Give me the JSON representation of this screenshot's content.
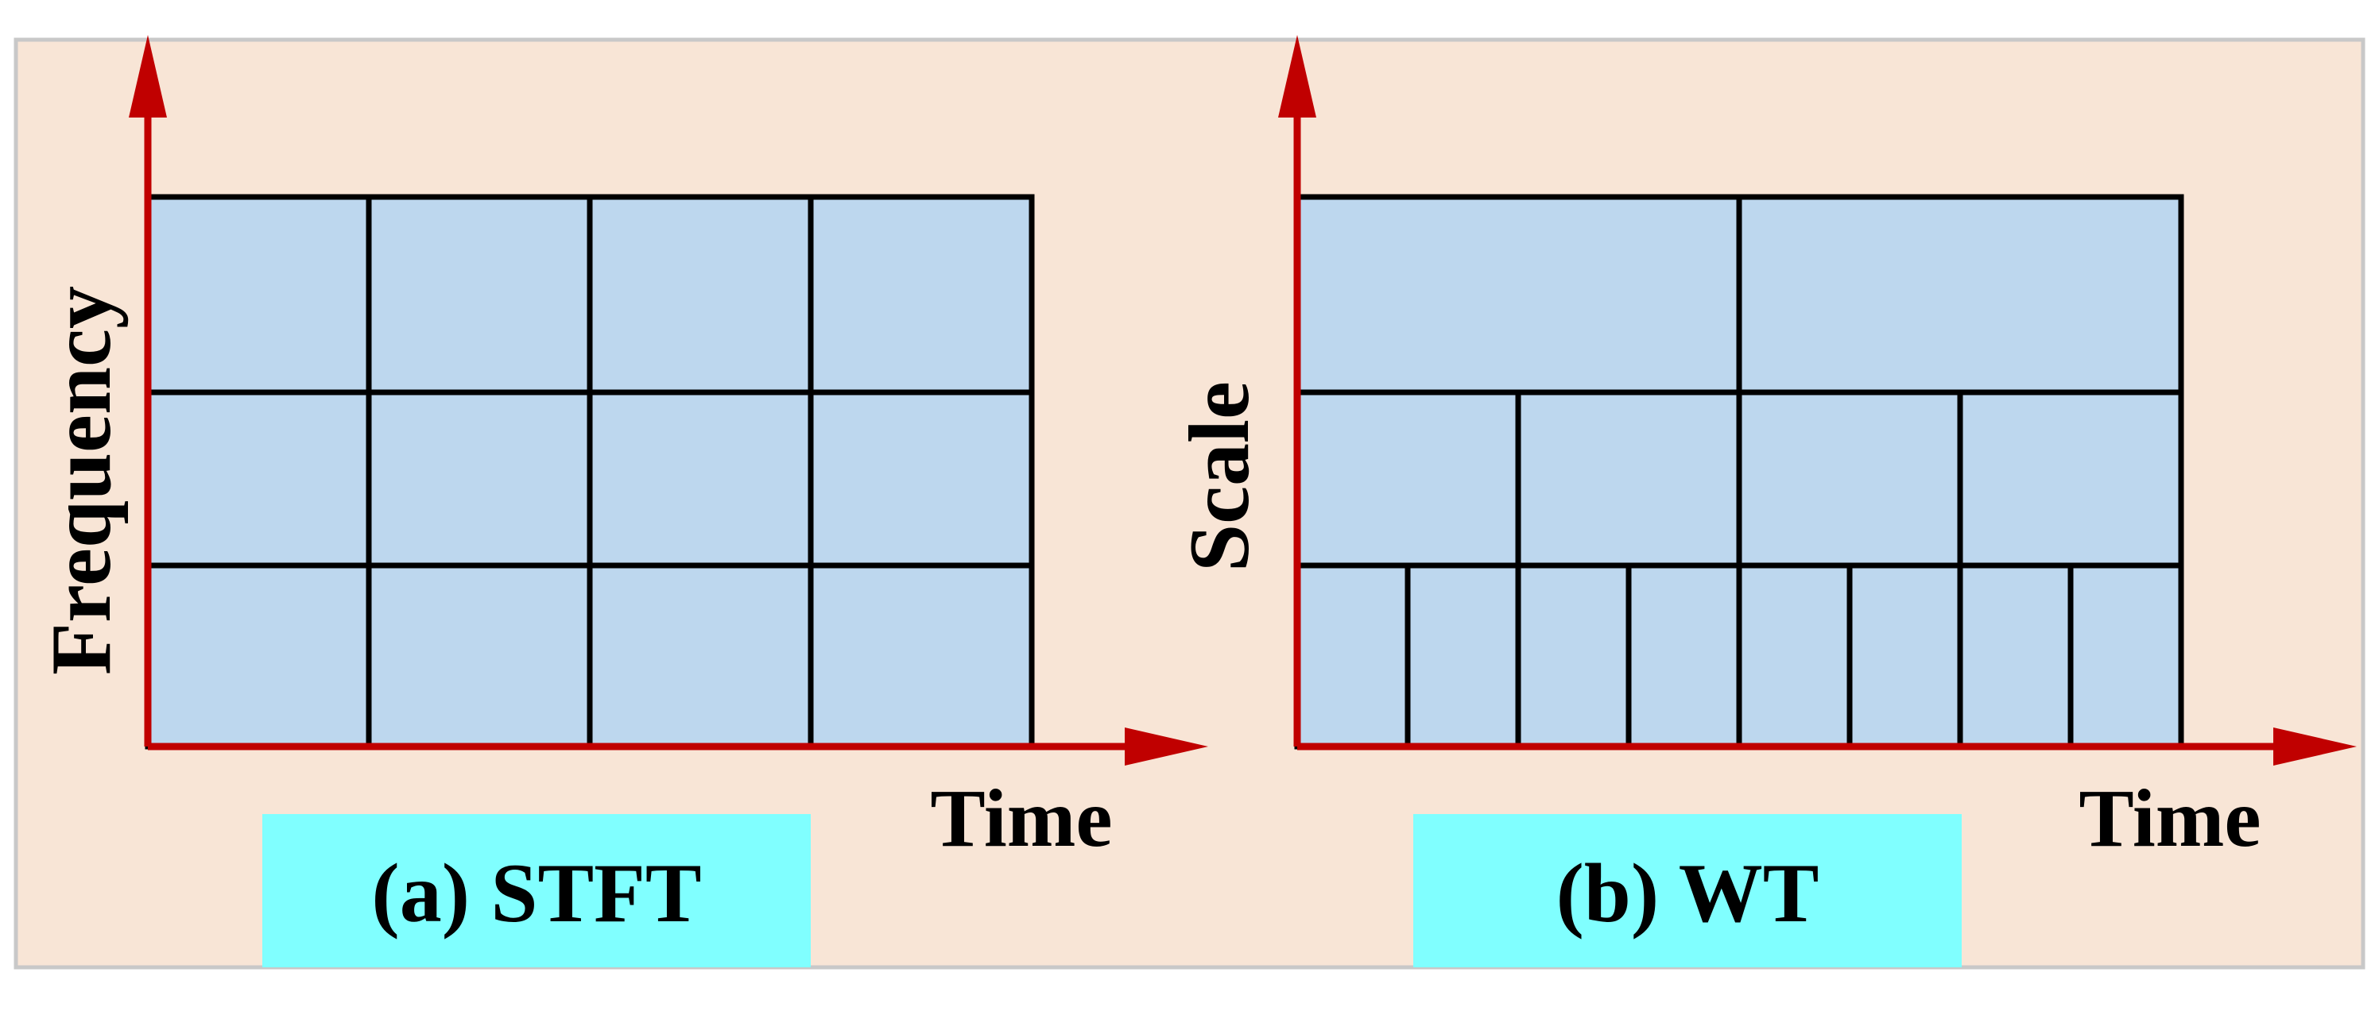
{
  "colors": {
    "panel_background": "#F8E5D6",
    "panel_border": "#C8C8C8",
    "cell_fill": "#BDD7EE",
    "grid_line": "#000000",
    "axis": "#C00000",
    "caption_box": "#80FFFF"
  },
  "stft": {
    "y_axis_label": "Frequency",
    "x_axis_label": "Time",
    "caption": "(a) STFT",
    "rows": 3,
    "columns_per_row": [
      4,
      4,
      4
    ]
  },
  "wt": {
    "y_axis_label": "Scale",
    "x_axis_label": "Time",
    "caption": "(b) WT",
    "rows": 3,
    "columns_per_row": [
      2,
      4,
      8
    ]
  }
}
